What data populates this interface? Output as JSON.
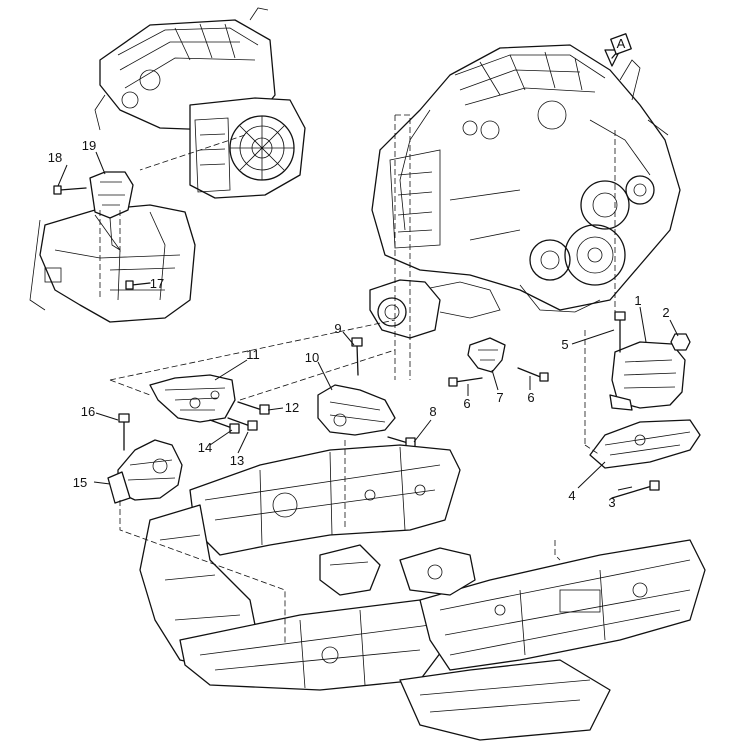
{
  "view_marker": "A",
  "callouts": [
    {
      "id": "c1",
      "text": "1"
    },
    {
      "id": "c2",
      "text": "2"
    },
    {
      "id": "c3",
      "text": "3"
    },
    {
      "id": "c4",
      "text": "4"
    },
    {
      "id": "c5",
      "text": "5"
    },
    {
      "id": "c6a",
      "text": "6"
    },
    {
      "id": "c6b",
      "text": "6"
    },
    {
      "id": "c7",
      "text": "7"
    },
    {
      "id": "c8",
      "text": "8"
    },
    {
      "id": "c9",
      "text": "9"
    },
    {
      "id": "c10",
      "text": "10"
    },
    {
      "id": "c11",
      "text": "11"
    },
    {
      "id": "c12",
      "text": "12"
    },
    {
      "id": "c13",
      "text": "13"
    },
    {
      "id": "c14",
      "text": "14"
    },
    {
      "id": "c15",
      "text": "15"
    },
    {
      "id": "c16",
      "text": "16"
    },
    {
      "id": "c17",
      "text": "17"
    },
    {
      "id": "c18",
      "text": "18"
    },
    {
      "id": "c19",
      "text": "19"
    }
  ]
}
